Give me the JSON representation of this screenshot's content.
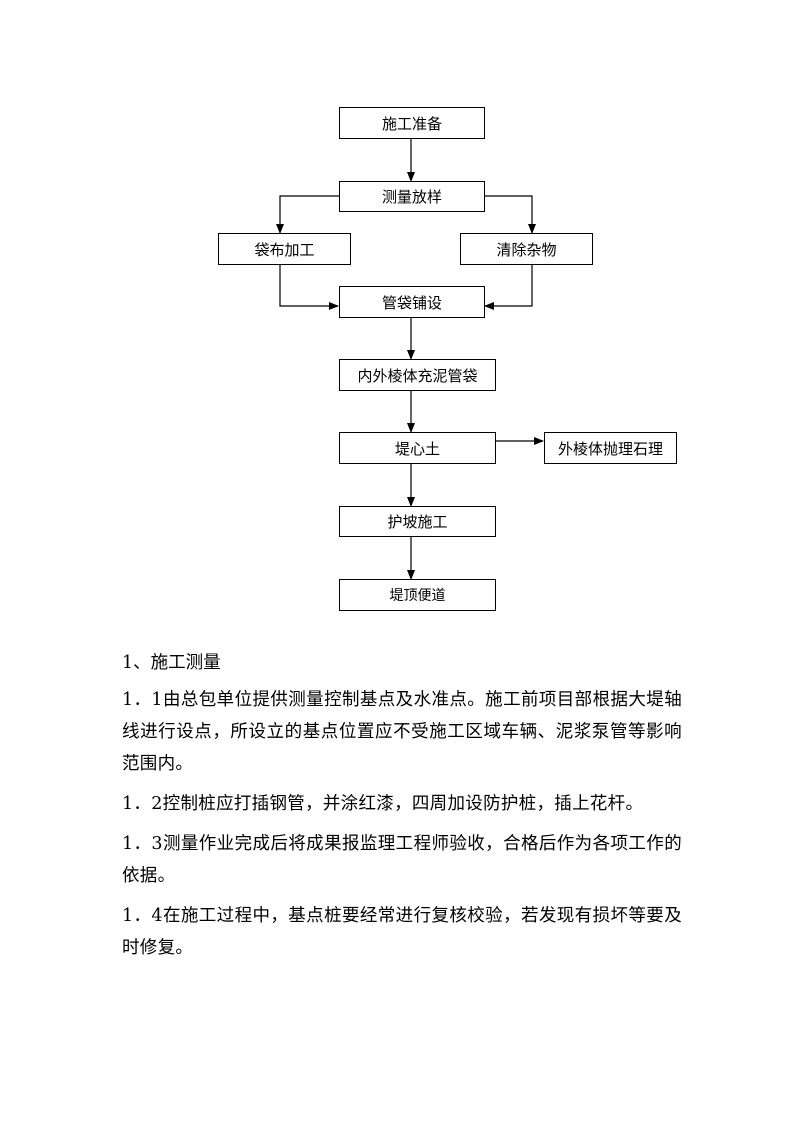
{
  "flowchart": {
    "steps": {
      "prep": "施工准备",
      "survey": "测量放样",
      "bag_making": "袋布加工",
      "clearing": "清除杂物",
      "bag_laying": "管袋铺设",
      "filling": "内外棱体充泥管袋",
      "core_soil": "堤心土",
      "riprap": "外棱体抛理石理",
      "slope": "护坡施工",
      "road": "堤顶便道"
    }
  },
  "section": {
    "heading": "1、施工测量",
    "paragraphs": [
      "1．1由总包单位提供测量控制基点及水准点。施工前项目部根据大堤轴线进行设点，所设立的基点位置应不受施工区域车辆、泥浆泵管等影响范围内。",
      "1．2控制桩应打插钢管，并涂红漆，四周加设防护桩，插上花杆。",
      "1．3测量作业完成后将成果报监理工程师验收，合格后作为各项工作的依据。",
      "1．4在施工过程中，基点桩要经常进行复核校验，若发现有损坏等要及时修复。"
    ]
  }
}
